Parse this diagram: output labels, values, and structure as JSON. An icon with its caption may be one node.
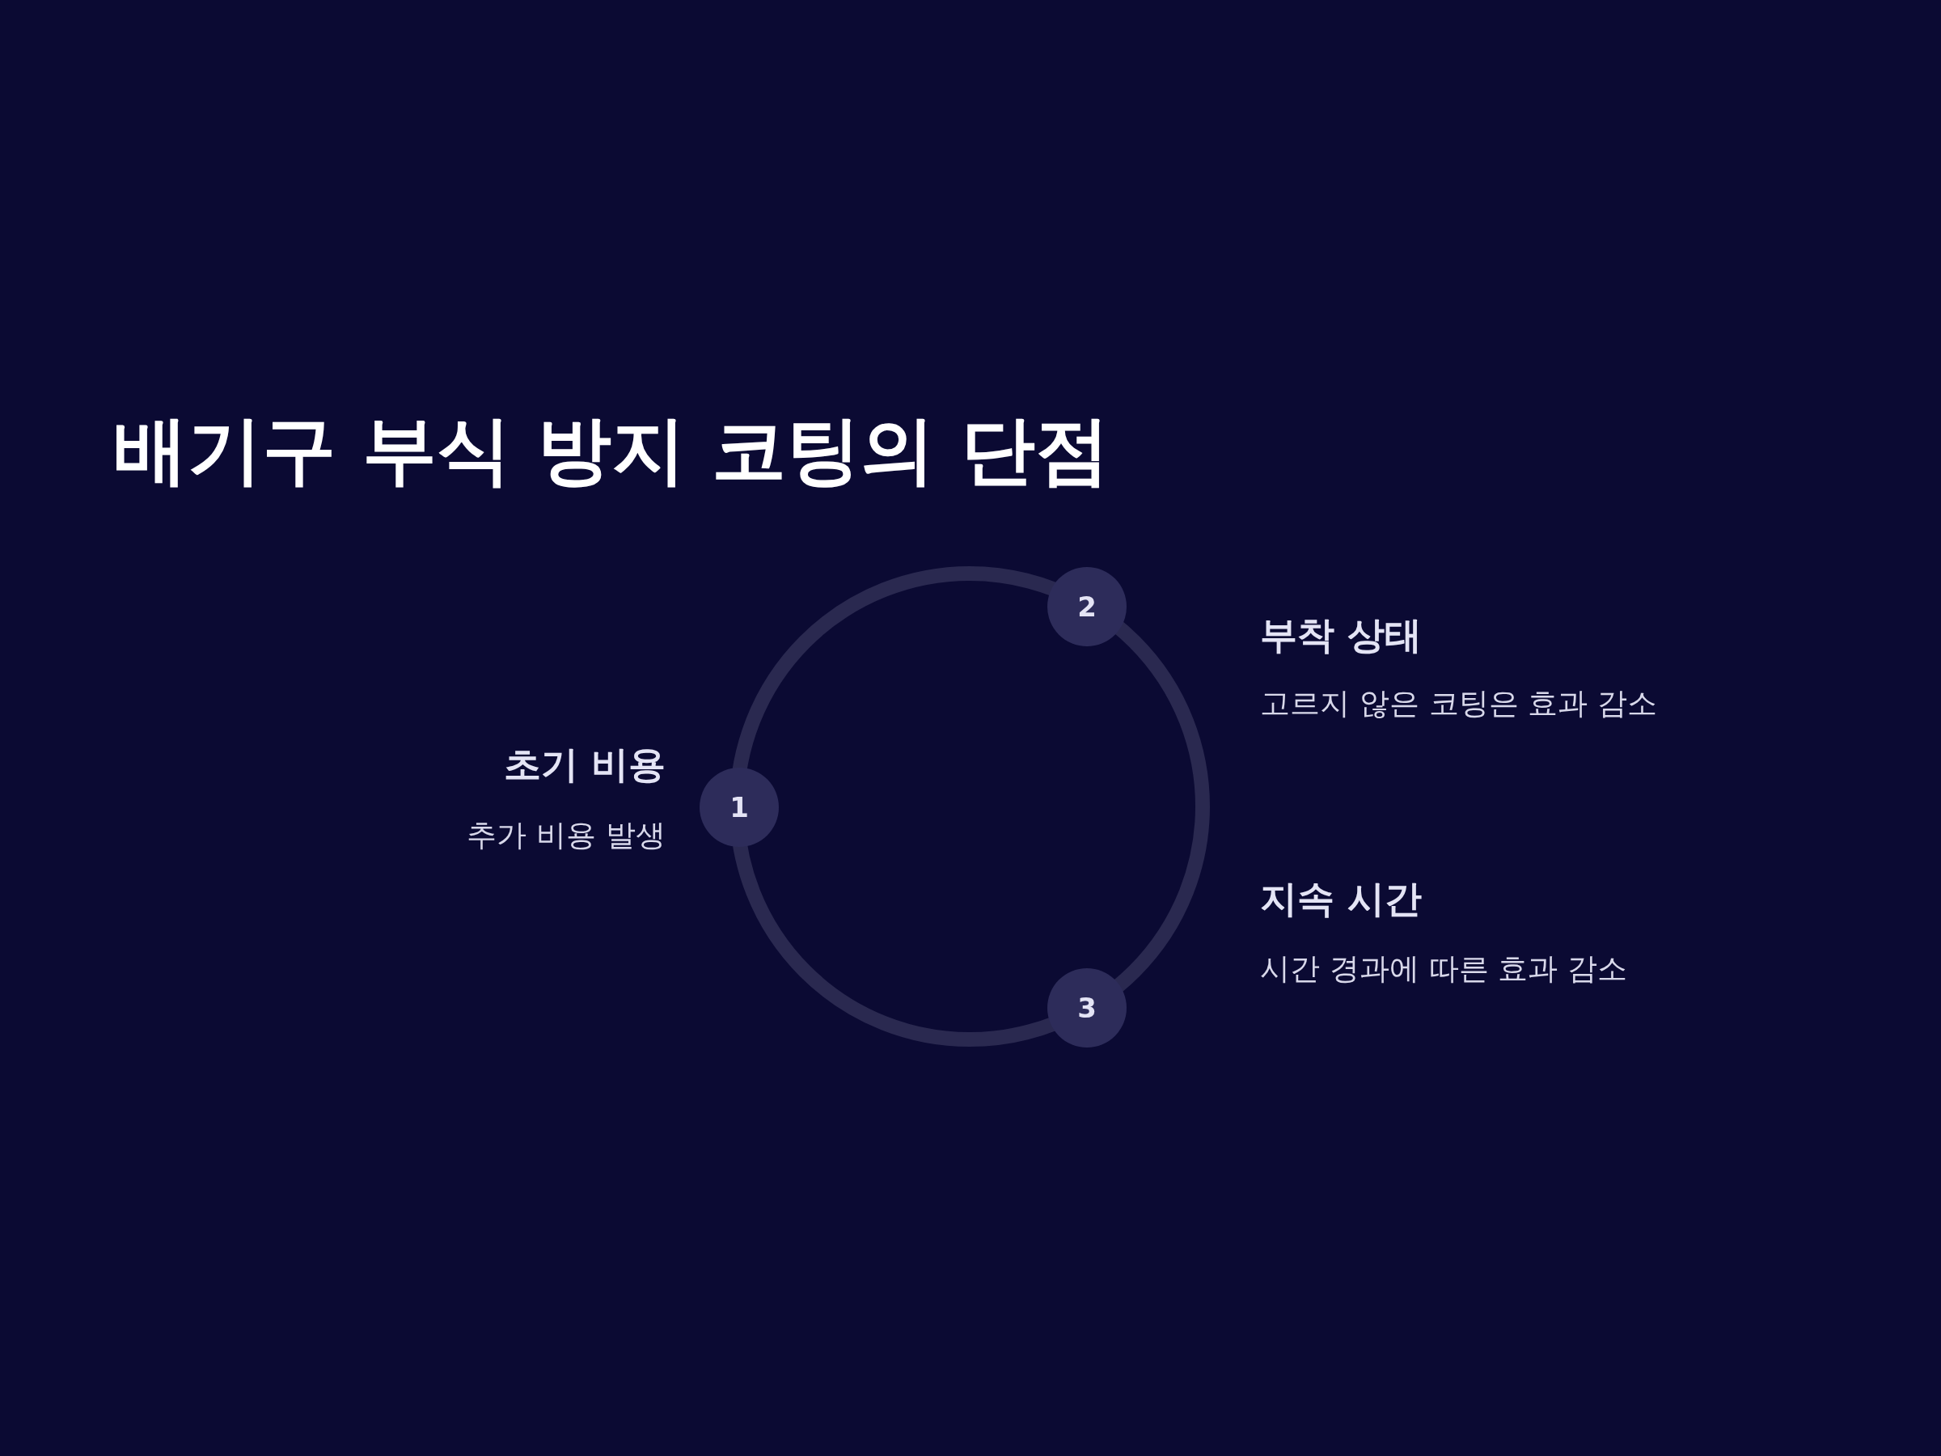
{
  "diagram": {
    "title": "배기구 부식 방지 코팅의 단점",
    "nodes": [
      {
        "text": [
          "1"
        ],
        "beside": [
          "초기 비용",
          "추가 비용 발생"
        ]
      },
      {
        "text": [
          "2"
        ],
        "beside": [
          "부착 상태",
          "고르지 않은 코팅은 효과 감소"
        ]
      },
      {
        "text": [
          "3"
        ],
        "beside": [
          "지속 시간",
          "시간 경과에 따른 효과 감소"
        ]
      }
    ]
  }
}
